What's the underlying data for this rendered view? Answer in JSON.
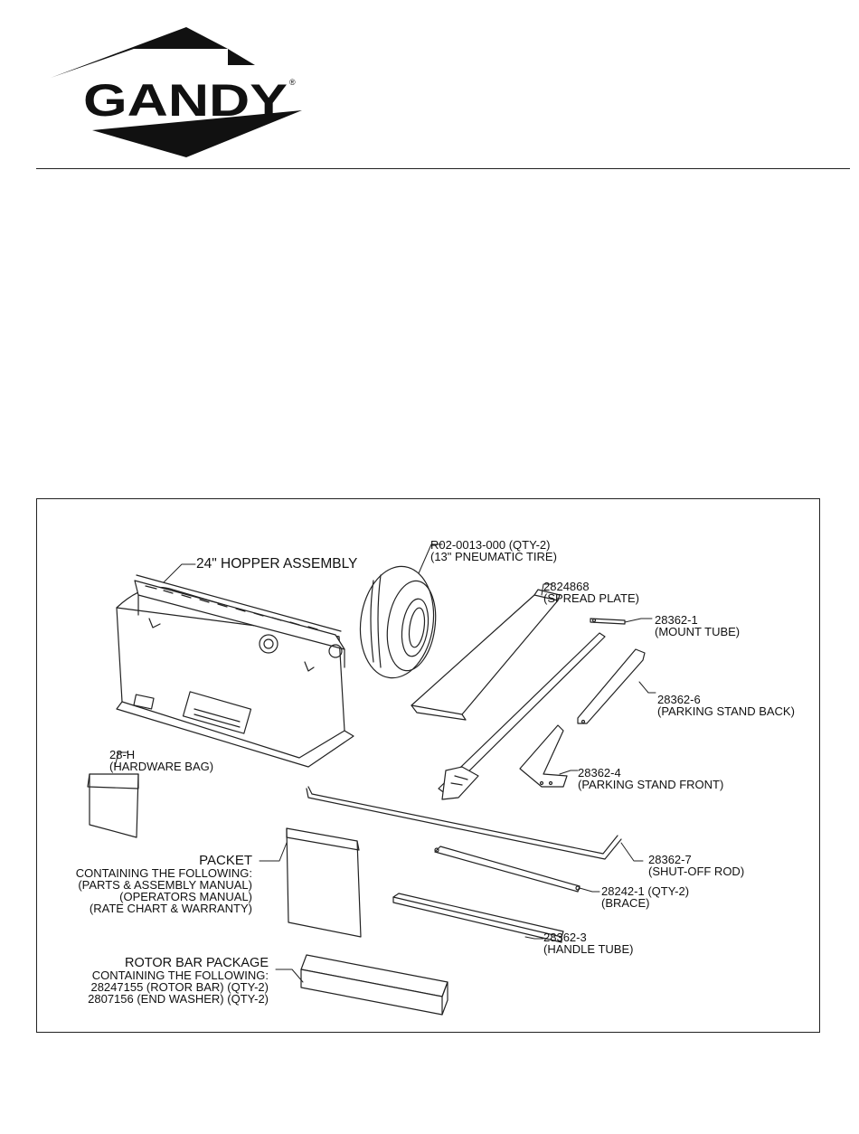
{
  "header": {
    "logo_text": "GANDY",
    "logo_mark": "®"
  },
  "diagram": {
    "parts": [
      {
        "name": "hopper-assembly",
        "lines": [
          "24\" HOPPER ASSEMBLY"
        ]
      },
      {
        "name": "pneumatic-tire",
        "lines": [
          "R02-0013-000 (QTY-2)",
          "(13\" PNEUMATIC TIRE)"
        ]
      },
      {
        "name": "spread-plate",
        "lines": [
          "2824868",
          "(SPREAD PLATE)"
        ]
      },
      {
        "name": "mount-tube",
        "lines": [
          "28362-1",
          "(MOUNT TUBE)"
        ]
      },
      {
        "name": "parking-stand-back",
        "lines": [
          "28362-6",
          "(PARKING STAND BACK)"
        ]
      },
      {
        "name": "hardware-bag",
        "lines": [
          "28-H",
          "(HARDWARE BAG)"
        ]
      },
      {
        "name": "parking-stand-front",
        "lines": [
          "28362-4",
          "(PARKING STAND FRONT)"
        ]
      },
      {
        "name": "packet",
        "lines": [
          "PACKET",
          "CONTAINING THE FOLLOWING:",
          "(PARTS & ASSEMBLY MANUAL)",
          "(OPERATORS MANUAL)",
          "(RATE CHART & WARRANTY)"
        ]
      },
      {
        "name": "shut-off-rod",
        "lines": [
          "28362-7",
          "(SHUT-OFF ROD)"
        ]
      },
      {
        "name": "brace",
        "lines": [
          "28242-1 (QTY-2)",
          "(BRACE)"
        ]
      },
      {
        "name": "handle-tube",
        "lines": [
          "28362-3",
          "(HANDLE TUBE)"
        ]
      },
      {
        "name": "rotor-bar-package",
        "lines": [
          "ROTOR BAR PACKAGE",
          "CONTAINING THE FOLLOWING:",
          "28247155 (ROTOR BAR) (QTY-2)",
          "2807156 (END WASHER) (QTY-2)"
        ]
      }
    ]
  }
}
